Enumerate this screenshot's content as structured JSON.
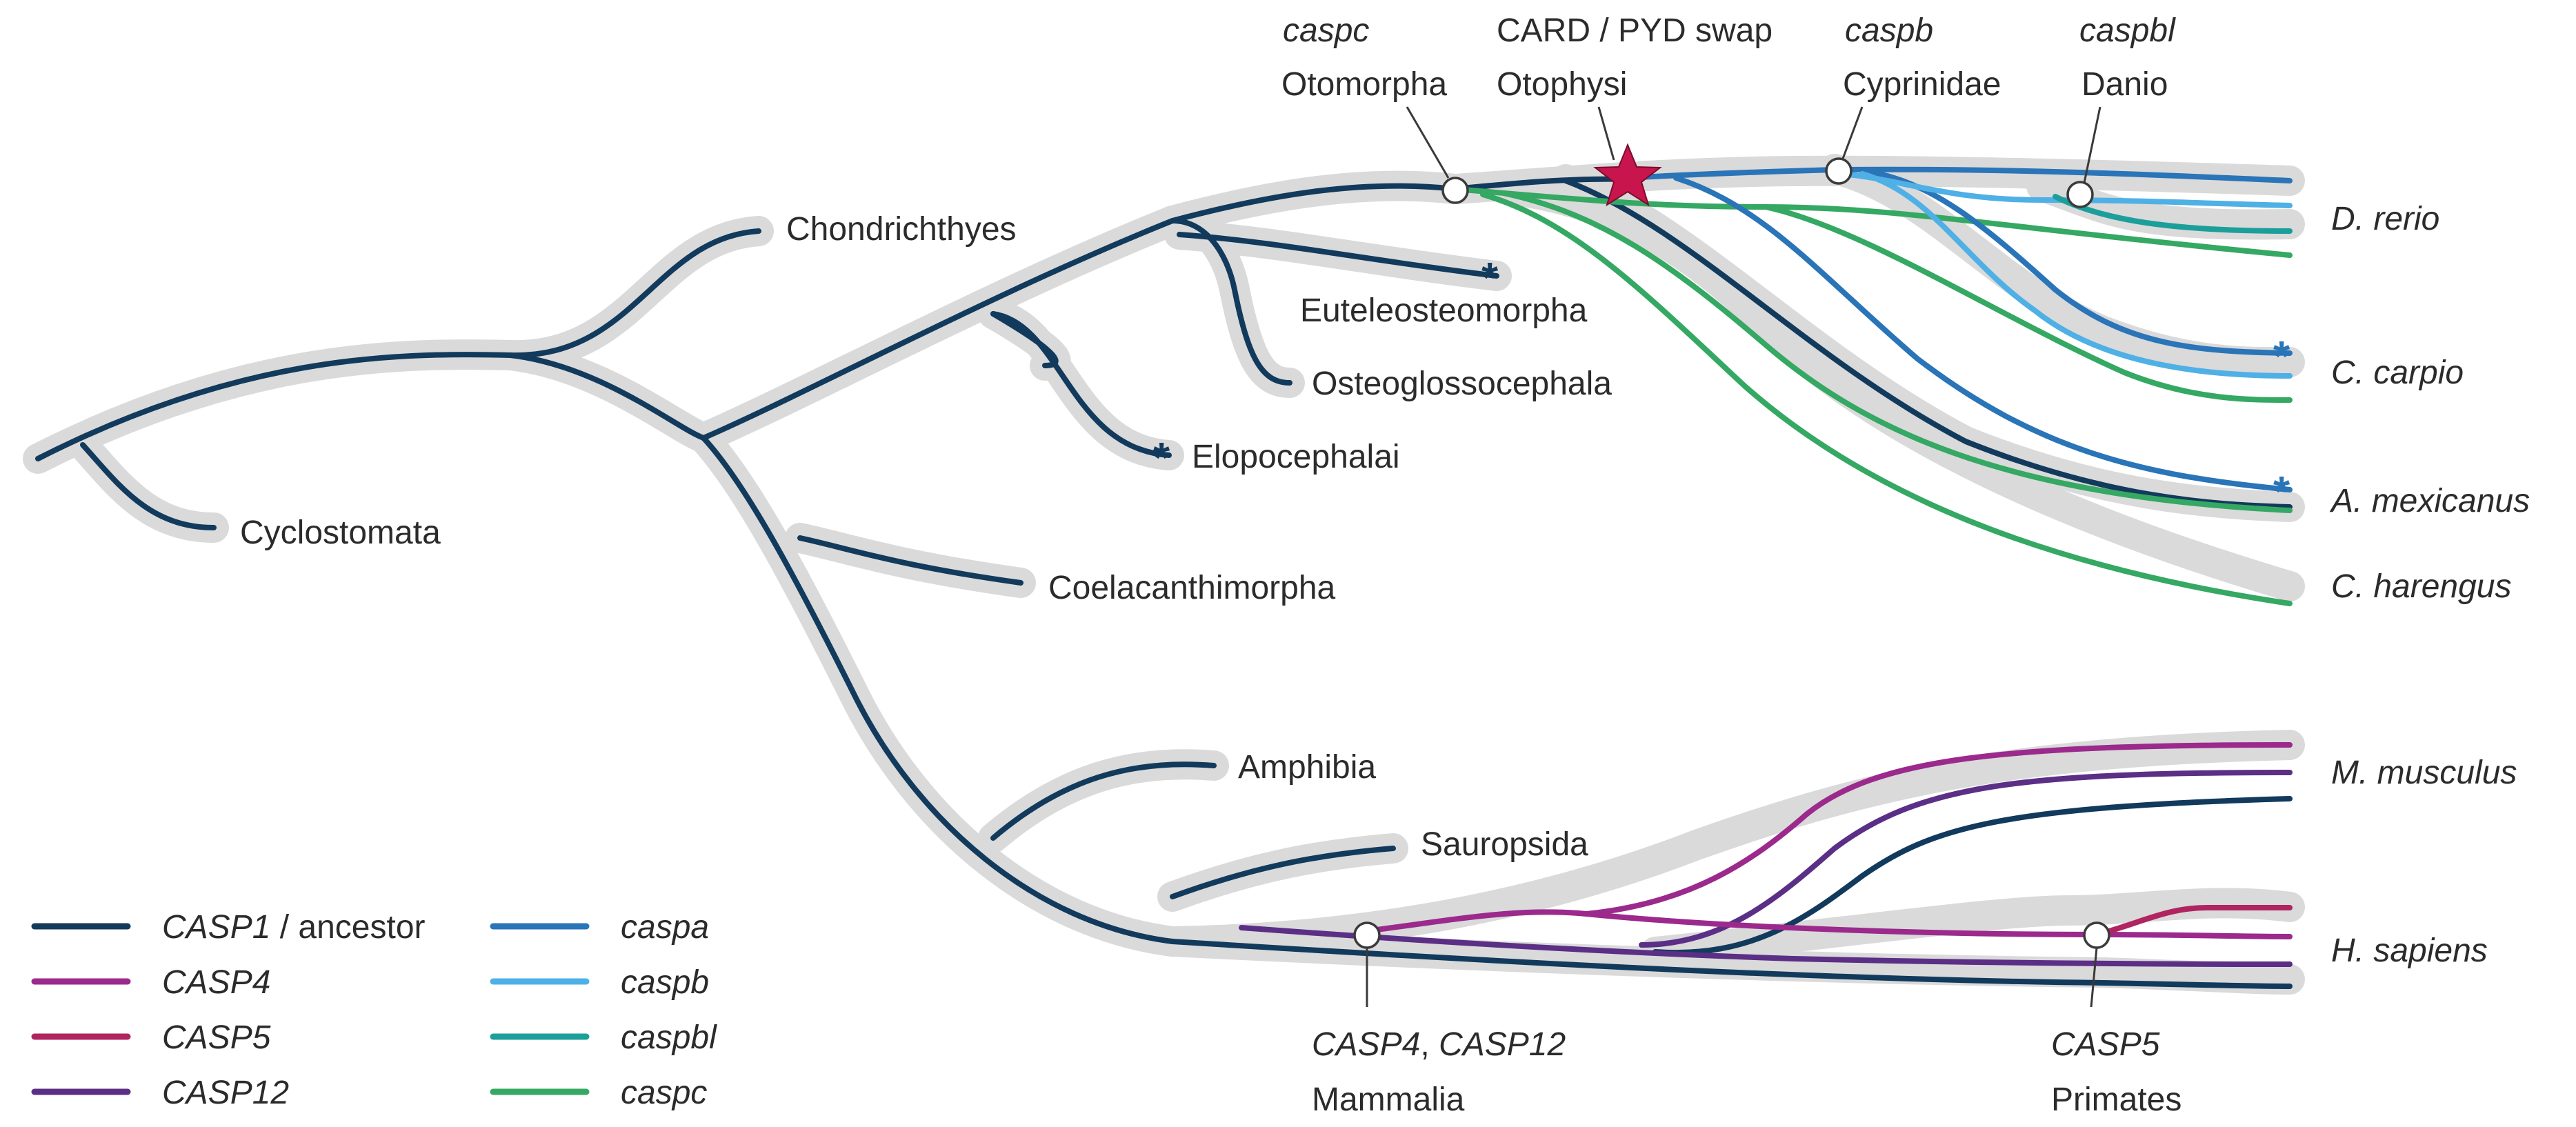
{
  "colors": {
    "halo": "#dadada",
    "casp1_ancestor": "#123a5c",
    "casp4": "#9b2a8c",
    "casp5": "#b0255f",
    "casp12": "#5b2f86",
    "caspa": "#2a74b8",
    "caspb": "#4fb0e6",
    "caspbl": "#1c9f9a",
    "caspc": "#35a863",
    "star": "#c8154d"
  },
  "clades": {
    "cyclostomata": "Cyclostomata",
    "chondrichthyes": "Chondrichthyes",
    "coelacanthimorpha": "Coelacanthimorpha",
    "elopocephalai": "Elopocephalai",
    "osteoglossocephala": "Osteoglossocephala",
    "euteleosteomorpha": "Euteleosteomorpha",
    "amphibia": "Amphibia",
    "sauropsida": "Sauropsida"
  },
  "species": {
    "d_rerio": "D. rerio",
    "c_carpio": "C. carpio",
    "a_mexicanus": "A. mexicanus",
    "c_harengus": "C. harengus",
    "m_musculus": "M. musculus",
    "h_sapiens": "H. sapiens"
  },
  "events": {
    "otomorpha": {
      "gene": "caspc",
      "clade": "Otomorpha"
    },
    "otophysi": {
      "gene": "CARD / PYD swap",
      "clade": "Otophysi"
    },
    "cyprinidae": {
      "gene": "caspb",
      "clade": "Cyprinidae"
    },
    "danio": {
      "gene": "caspbl",
      "clade": "Danio"
    },
    "mammalia": {
      "gene_a": "CASP4",
      "gene_sep": ", ",
      "gene_b": "CASP12",
      "clade": "Mammalia"
    },
    "primates": {
      "gene": "CASP5",
      "clade": "Primates"
    }
  },
  "asterisk": "*",
  "legend": [
    {
      "gene": "CASP1",
      "suffix": " / ancestor",
      "color_key": "casp1_ancestor"
    },
    {
      "gene": "CASP4",
      "suffix": "",
      "color_key": "casp4"
    },
    {
      "gene": "CASP5",
      "suffix": "",
      "color_key": "casp5"
    },
    {
      "gene": "CASP12",
      "suffix": "",
      "color_key": "casp12"
    },
    {
      "gene": "caspa",
      "suffix": "",
      "color_key": "caspa"
    },
    {
      "gene": "caspb",
      "suffix": "",
      "color_key": "caspb"
    },
    {
      "gene": "caspbl",
      "suffix": "",
      "color_key": "caspbl"
    },
    {
      "gene": "caspc",
      "suffix": "",
      "color_key": "caspc"
    }
  ]
}
